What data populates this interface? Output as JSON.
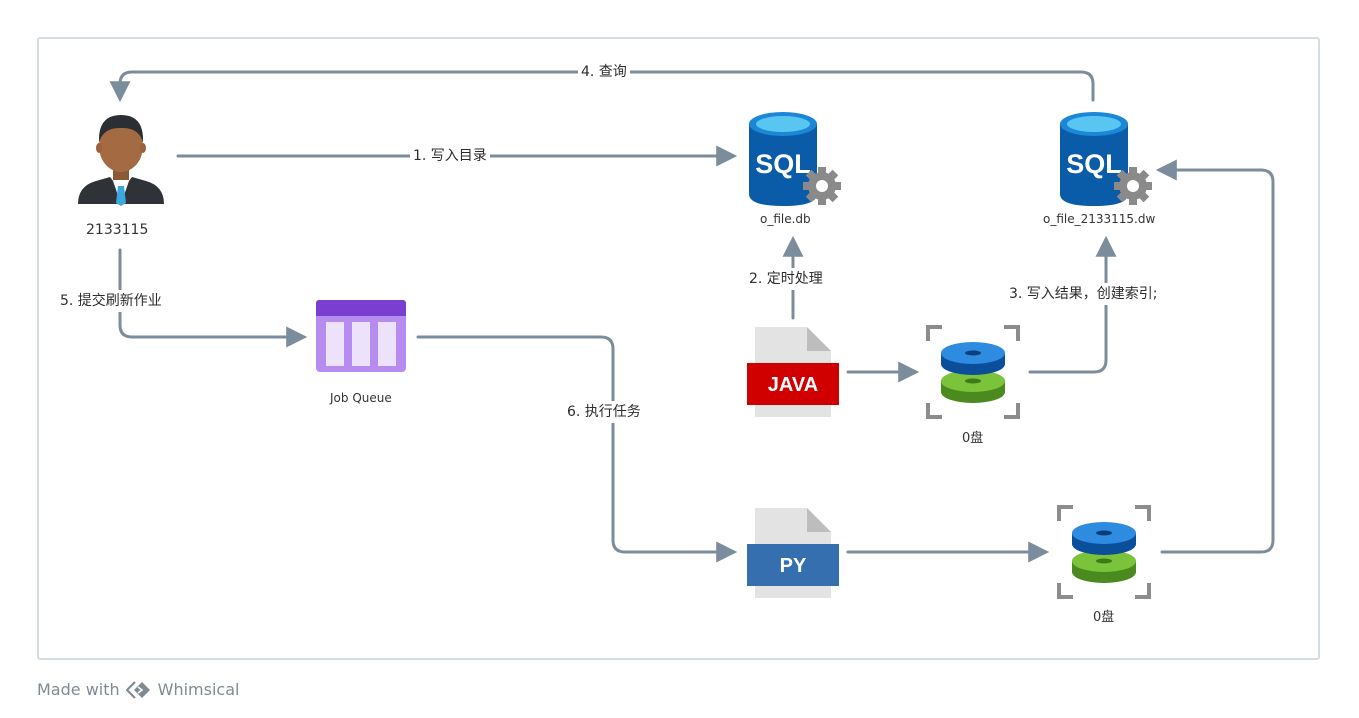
{
  "nodes": {
    "user": {
      "caption": "2133115",
      "icon": "person-icon"
    },
    "sql_db": {
      "caption": "o_file.db",
      "icon_text": "SQL"
    },
    "sql_dw": {
      "caption": "o_file_2133115.dw",
      "icon_text": "SQL"
    },
    "job_queue": {
      "caption": "Job Queue",
      "icon": "queue-icon"
    },
    "java_file": {
      "icon_text": "JAVA"
    },
    "py_file": {
      "icon_text": "PY"
    },
    "disk_top": {
      "caption": "0盘"
    },
    "disk_bottom": {
      "caption": "0盘"
    }
  },
  "edges": {
    "e1": "1. 写入目录",
    "e2": "2. 定时处理",
    "e3": "3. 写入结果，创建索引;",
    "e4": "4. 查询",
    "e5": "5. 提交刷新作业",
    "e6": "6. 执行任务"
  },
  "footer": {
    "made_with": "Made with",
    "brand": "Whimsical"
  },
  "colors": {
    "connector": "#7b8d9c",
    "sql_blue": "#0a5aa8",
    "java_red": "#d40000",
    "py_blue": "#356fb0",
    "queue_purple": "#8a4fd8"
  }
}
